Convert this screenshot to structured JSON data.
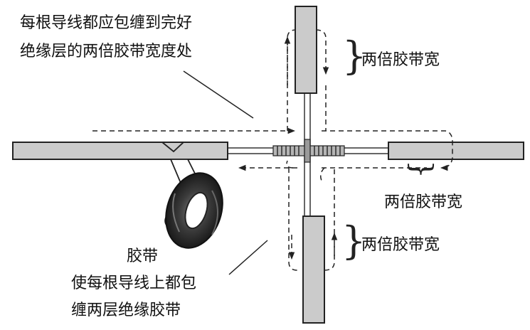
{
  "labels": {
    "wrap_instruction_line1": "每根导线都应包缠到完好",
    "wrap_instruction_line2": "绝缘层的两倍胶带宽度处",
    "double_tape_width_top": "两倍胶带宽",
    "double_tape_width_right": "两倍胶带宽",
    "double_tape_width_bottom": "两倍胶带宽",
    "tape": "胶带",
    "two_layers_line1": "使每根导线上都包",
    "two_layers_line2": "缠两层绝缘胶带"
  },
  "colors": {
    "insulation_fill": "#cbcbcb",
    "conductor": "#333333",
    "dash": "#222222",
    "text": "#111111"
  }
}
